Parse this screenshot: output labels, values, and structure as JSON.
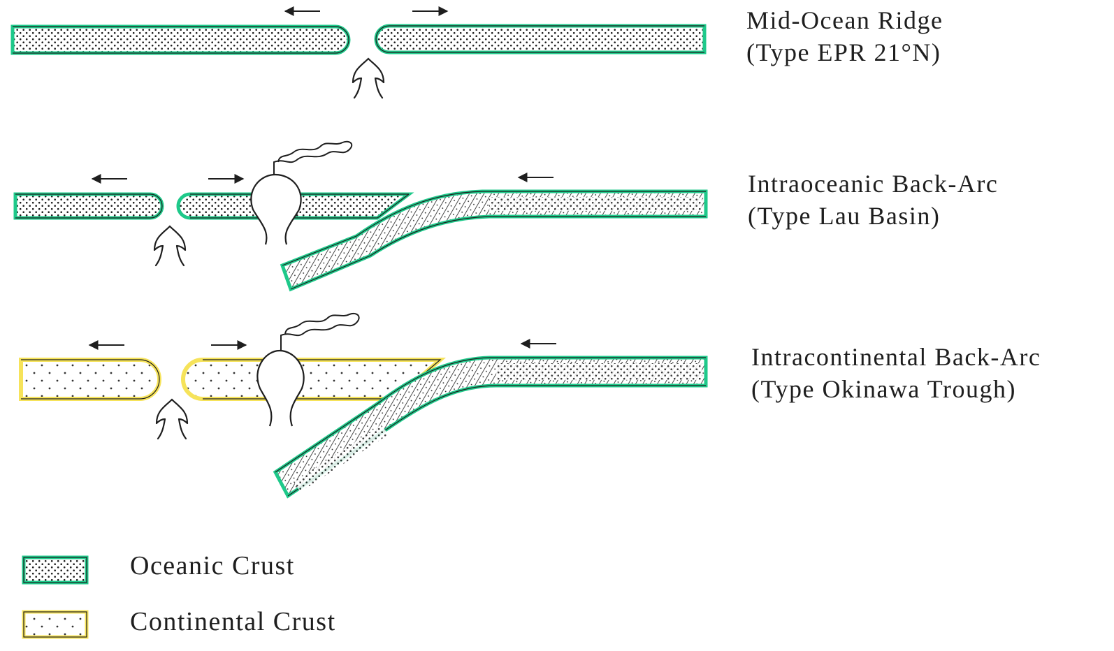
{
  "colors": {
    "oceanic_edge": "#1ec98a",
    "continental_edge": "#f6e35a",
    "continental_fill": "#fff9cc",
    "outline": "#1e1e1e",
    "background": "#ffffff"
  },
  "icons": {
    "spreading_arrow": "left-right-arrow",
    "upwelling": "upwelling-arrow-icon",
    "volcano": "volcano-plume-icon"
  },
  "panels": [
    {
      "title": "Mid-Ocean Ridge",
      "subtitle": "(Type EPR 21°N)"
    },
    {
      "title": "Intraoceanic Back-Arc",
      "subtitle": "(Type Lau Basin)"
    },
    {
      "title": "Intracontinental Back-Arc",
      "subtitle": "(Type Okinawa Trough)"
    }
  ],
  "legend": [
    {
      "label": "Oceanic Crust",
      "swatch": "oceanic"
    },
    {
      "label": "Continental Crust",
      "swatch": "continental"
    }
  ]
}
